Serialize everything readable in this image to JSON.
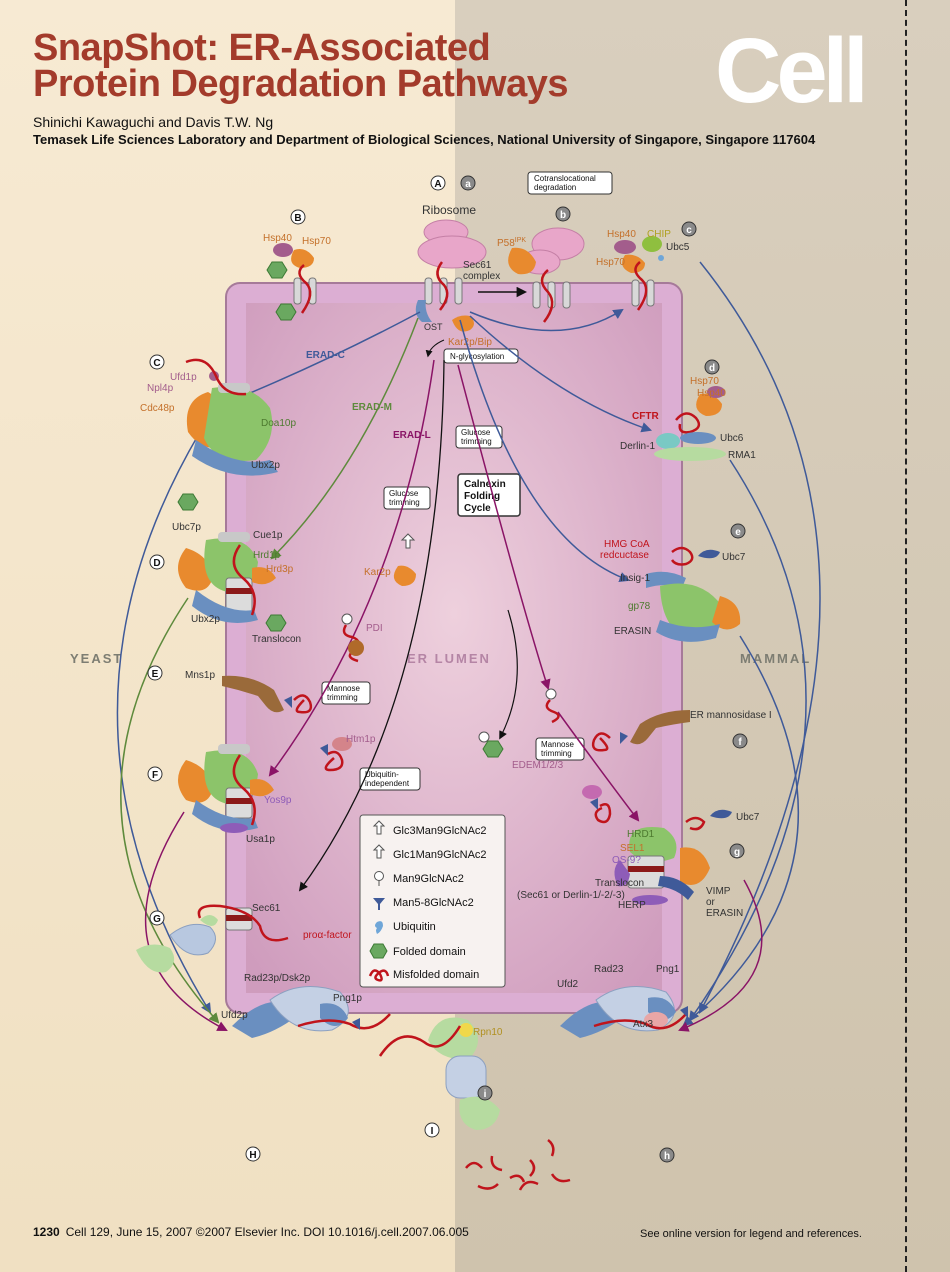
{
  "header": {
    "title_line1": "SnapShot: ER-Associated",
    "title_line2": "Protein Degradation Pathways",
    "logo": "Cell",
    "authors": "Shinichi Kawaguchi and Davis T.W. Ng",
    "affiliation": "Temasek Life Sciences Laboratory and Department of Biological Sciences, National University of Singapore, Singapore 117604"
  },
  "regions": {
    "yeast": "YEAST",
    "mammal": "MAMMAL",
    "lumen": "ER LUMEN"
  },
  "pathways": {
    "erad_c": "ERAD-C",
    "erad_m": "ERAD-M",
    "erad_l": "ERAD-L"
  },
  "step_boxes": {
    "cotranslational": [
      "Cotranslocational",
      "degradation"
    ],
    "n_glycosylation": "N-glycosylation",
    "glucose_trimming_1": [
      "Glucose",
      "trimming"
    ],
    "glucose_trimming_2": [
      "Glucose",
      "trimming"
    ],
    "calnexin": [
      "Calnexin",
      "Folding",
      "Cycle"
    ],
    "mannose_trimming_1": [
      "Mannose",
      "trimming"
    ],
    "mannose_trimming_2": [
      "Mannose",
      "trimming"
    ],
    "ubiquitin_independent": [
      "Ubiquitin-",
      "independent"
    ]
  },
  "circle_labels": [
    "A",
    "a",
    "B",
    "b",
    "C",
    "c",
    "d",
    "D",
    "e",
    "E",
    "F",
    "f",
    "g",
    "G",
    "H",
    "h",
    "I",
    "i"
  ],
  "labels": {
    "ribosome": "Ribosome",
    "sec61_complex": [
      "Sec61",
      "complex"
    ],
    "hsp40_b": "Hsp40",
    "hsp70_b": "Hsp70",
    "p58": "P58",
    "p58_sup": "IPK",
    "hsp40_c": "Hsp40",
    "chip": "CHIP",
    "hsp70_c": "Hsp70",
    "ubc5": "Ubc5",
    "ost": "OST",
    "kar2p_bip": "Kar2p/Bip",
    "ufd1p": "Ufd1p",
    "npl4p": "Npl4p",
    "cdc48p": "Cdc48p",
    "doa10p": "Doa10p",
    "ubx2p_c": "Ubx2p",
    "hsp70_d": "Hsp70",
    "hsp40_d": "Hsp40",
    "cftr": "CFTR",
    "derlin1": "Derlin-1",
    "ubc6": "Ubc6",
    "rma1": "RMA1",
    "ubc7p": "Ubc7p",
    "cue1p": "Cue1p",
    "hrd1p": "Hrd1p",
    "hrd3p": "Hrd3p",
    "kar2p": "Kar2p",
    "ubx2p_d": "Ubx2p",
    "translocon": "Translocon",
    "pdi": "PDI",
    "hmg1": "HMG CoA",
    "hmg2": "redcuctase",
    "ubc7_e": "Ubc7",
    "insig": "Insig-1",
    "gp78": "gp78",
    "erasin": "ERASIN",
    "mns1p": "Mns1p",
    "er_mannosidase": "ER mannosidase I",
    "htm1p": "Htm1p",
    "yos9p": "Yos9p",
    "usa1p": "Usa1p",
    "edem": "EDEM1/2/3",
    "ubc7_g": "Ubc7",
    "hrd1": "HRD1",
    "sel1": "SEL1",
    "os9": "OS-9?",
    "translocon_g1": "Translocon",
    "translocon_g2": "(Sec61 or Derlin-1/-2/-3)",
    "herp": "HERP",
    "vimp": [
      "VIMP",
      "or",
      "ERASIN"
    ],
    "sec61_g": "Sec61",
    "pro_alpha": "proα-factor",
    "rad23p": "Rad23p/Dsk2p",
    "png1p": "Png1p",
    "ufd2p": "Ufd2p",
    "rpn10": "Rpn10",
    "rad23": "Rad23",
    "png1": "Png1",
    "ufd2": "Ufd2",
    "atx3": "Atx3"
  },
  "legend": [
    {
      "icon": "glc3-icon",
      "label": "Glc3Man9GlcNAc2"
    },
    {
      "icon": "glc1-icon",
      "label": "Glc1Man9GlcNAc2"
    },
    {
      "icon": "man9-icon",
      "label": "Man9GlcNAc2"
    },
    {
      "icon": "man5-icon",
      "label": "Man5-8GlcNAc2"
    },
    {
      "icon": "ubiquitin-icon",
      "label": "Ubiquitin"
    },
    {
      "icon": "folded-domain-icon",
      "label": "Folded domain"
    },
    {
      "icon": "misfolded-domain-icon",
      "label": "Misfolded domain"
    }
  ],
  "colors": {
    "title": "#a33b2b",
    "er_membrane": "#dcaed3",
    "er_lumen": "#e6bfd4",
    "misfolded": "#c0141c",
    "erad_l": "#8a1466",
    "erad_m": "#5e8a3c",
    "erad_c": "#3f5a99",
    "folded": "#6aa860",
    "hsp70": "#e88a2e"
  },
  "footer": {
    "page": "1230",
    "citation": "Cell 129, June 15, 2007 ©2007 Elsevier Inc.   DOI 10.1016/j.cell.2007.06.005",
    "note": "See online version for legend and references."
  }
}
